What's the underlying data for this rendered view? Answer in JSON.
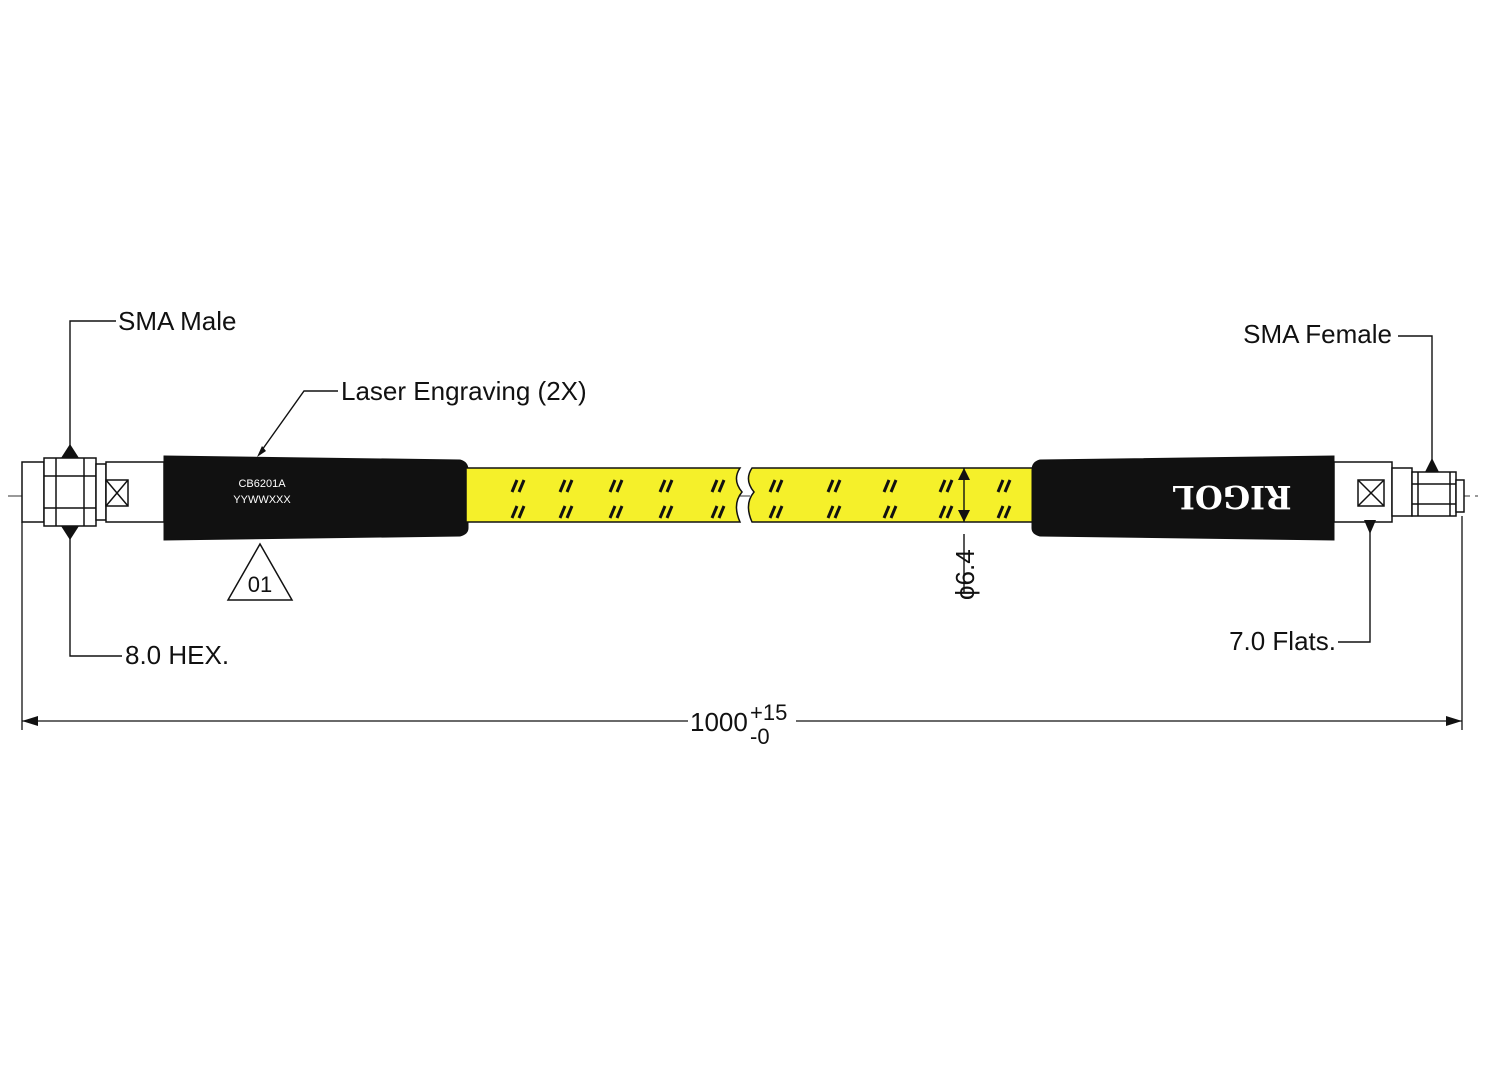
{
  "labels": {
    "sma_male": "SMA Male",
    "laser_engraving": "Laser Engraving (2X)",
    "hex": "8.0 HEX.",
    "sma_female": "SMA Female",
    "flats": "7.0 Flats.",
    "diameter": "ϕ6.4",
    "length_main": "1000",
    "length_tol_plus": "+15",
    "length_tol_minus": "-0",
    "revision": "01"
  },
  "engraving": {
    "line1": "CB6201A",
    "line2": "YYWWXXX"
  },
  "logo_text": "RIGOL",
  "colors": {
    "cable_jacket": "#f5f02a",
    "boot": "#111111",
    "line": "#111111",
    "connector": "#ffffff"
  }
}
